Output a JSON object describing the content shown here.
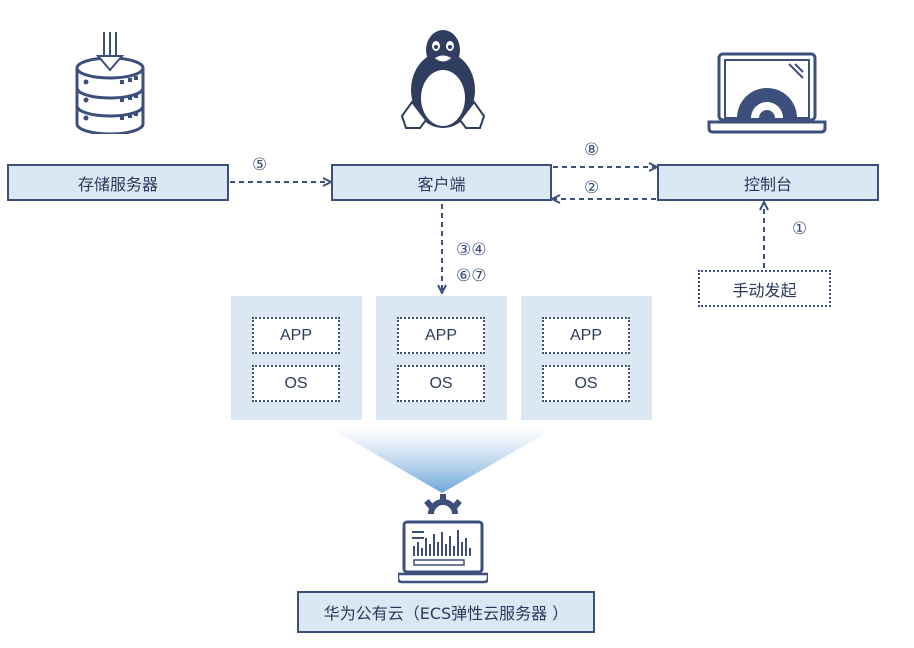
{
  "nodes": {
    "storage_server": "存储服务器",
    "client": "客户端",
    "console": "控制台",
    "manual_trigger": "手动发起",
    "huawei_cloud": "华为公有云（ECS弹性云服务器 ）"
  },
  "steps": {
    "s5": "⑤",
    "s8": "⑧",
    "s2": "②",
    "s1": "①",
    "s34": "③④",
    "s67": "⑥⑦"
  },
  "vms": [
    {
      "app": "APP",
      "os": "OS"
    },
    {
      "app": "APP",
      "os": "OS"
    },
    {
      "app": "APP",
      "os": "OS"
    }
  ],
  "icons": {
    "storage": "database-download-icon",
    "client": "linux-penguin-icon",
    "console": "laptop-gear-icon",
    "cloud": "monitor-gear-chart-icon"
  },
  "colors": {
    "node_fill": "#dce7f4",
    "border": "#3d4f7c",
    "funnel": "#5b9bd5"
  }
}
